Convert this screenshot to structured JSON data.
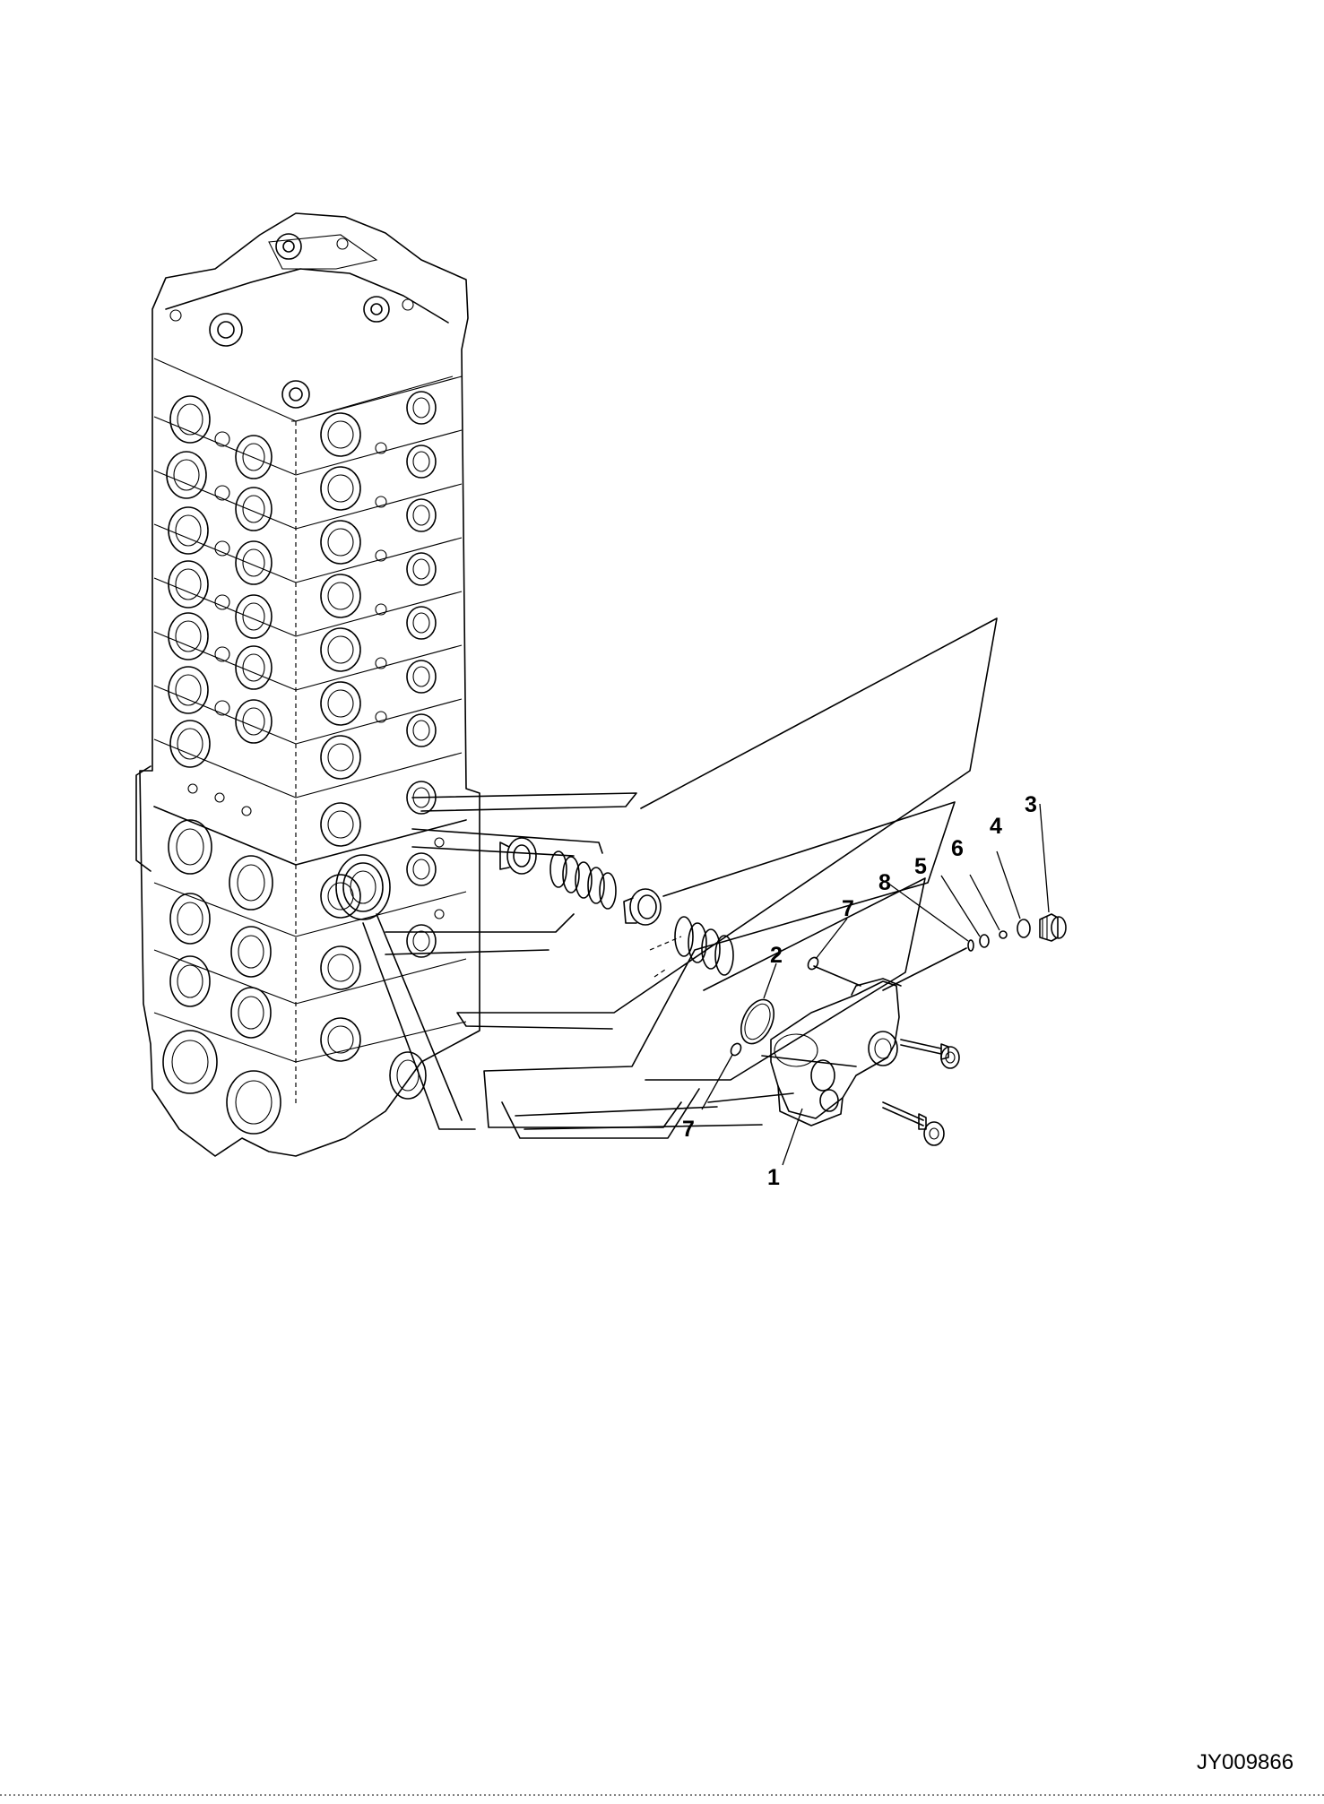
{
  "drawing_id": "JY009866",
  "callouts": [
    {
      "id": "callout-1",
      "text": "1"
    },
    {
      "id": "callout-2",
      "text": "2"
    },
    {
      "id": "callout-3",
      "text": "3"
    },
    {
      "id": "callout-4",
      "text": "4"
    },
    {
      "id": "callout-5",
      "text": "5"
    },
    {
      "id": "callout-6",
      "text": "6"
    },
    {
      "id": "callout-7-upper",
      "text": "7"
    },
    {
      "id": "callout-7-lower",
      "text": "7"
    },
    {
      "id": "callout-8",
      "text": "8"
    }
  ]
}
